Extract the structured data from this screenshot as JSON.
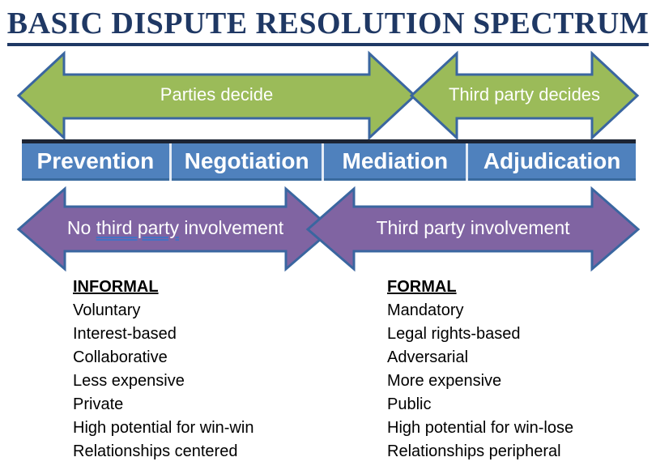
{
  "title": "BASIC DISPUTE RESOLUTION SPECTRUM",
  "top_arrows": {
    "left_label": "Parties decide",
    "right_label": "Third party decides"
  },
  "spectrum_bar": {
    "segments": [
      "Prevention",
      "Negotiation",
      "Mediation",
      "Adjudication"
    ]
  },
  "bottom_arrows": {
    "left_label_pre": "No ",
    "left_label_underlined": "third party",
    "left_label_post": " involvement",
    "right_label": "Third party involvement"
  },
  "lists": {
    "informal": {
      "heading": "INFORMAL",
      "items": [
        "Voluntary",
        "Interest-based",
        "Collaborative",
        "Less expensive",
        "Private",
        "High potential for win-win",
        "Relationships centered"
      ]
    },
    "formal": {
      "heading": "FORMAL",
      "items": [
        "Mandatory",
        "Legal rights-based",
        "Adversarial",
        "More expensive",
        "Public",
        "High potential for win-lose",
        "Relationships peripheral"
      ]
    }
  },
  "colors": {
    "title_navy": "#1F3864",
    "arrow_green": "#9BBB59",
    "arrow_purple": "#8064A2",
    "arrow_outline_blue": "#3A66A0",
    "bar_blue": "#4F81BD",
    "bar_top_border": "#1C2433",
    "grammar_underline_blue": "#4472C4",
    "text_white": "#FFFFFF",
    "text_black": "#000000"
  }
}
